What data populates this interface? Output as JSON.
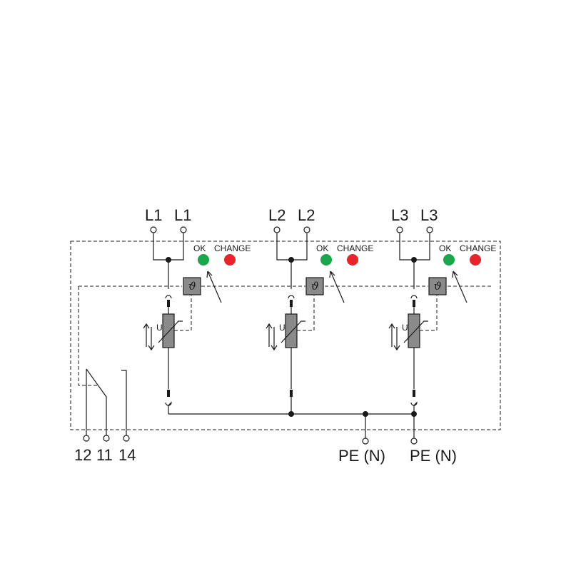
{
  "colors": {
    "ok_led": "#1aa64a",
    "change_led": "#e8242b",
    "component_fill": "#8a8a8a",
    "line": "#1a1a1a"
  },
  "phases": [
    {
      "label_left": "L1",
      "label_right": "L1",
      "ok": "OK",
      "change": "CHANGE",
      "thermo_symbol": "ϑ",
      "u_symbol": "U"
    },
    {
      "label_left": "L2",
      "label_right": "L2",
      "ok": "OK",
      "change": "CHANGE",
      "thermo_symbol": "ϑ",
      "u_symbol": "U"
    },
    {
      "label_left": "L3",
      "label_right": "L3",
      "ok": "OK",
      "change": "CHANGE",
      "thermo_symbol": "ϑ",
      "u_symbol": "U"
    }
  ],
  "contact_terminals": [
    "12",
    "11",
    "14"
  ],
  "pe_terminals": [
    "PE (N)",
    "PE (N)"
  ]
}
